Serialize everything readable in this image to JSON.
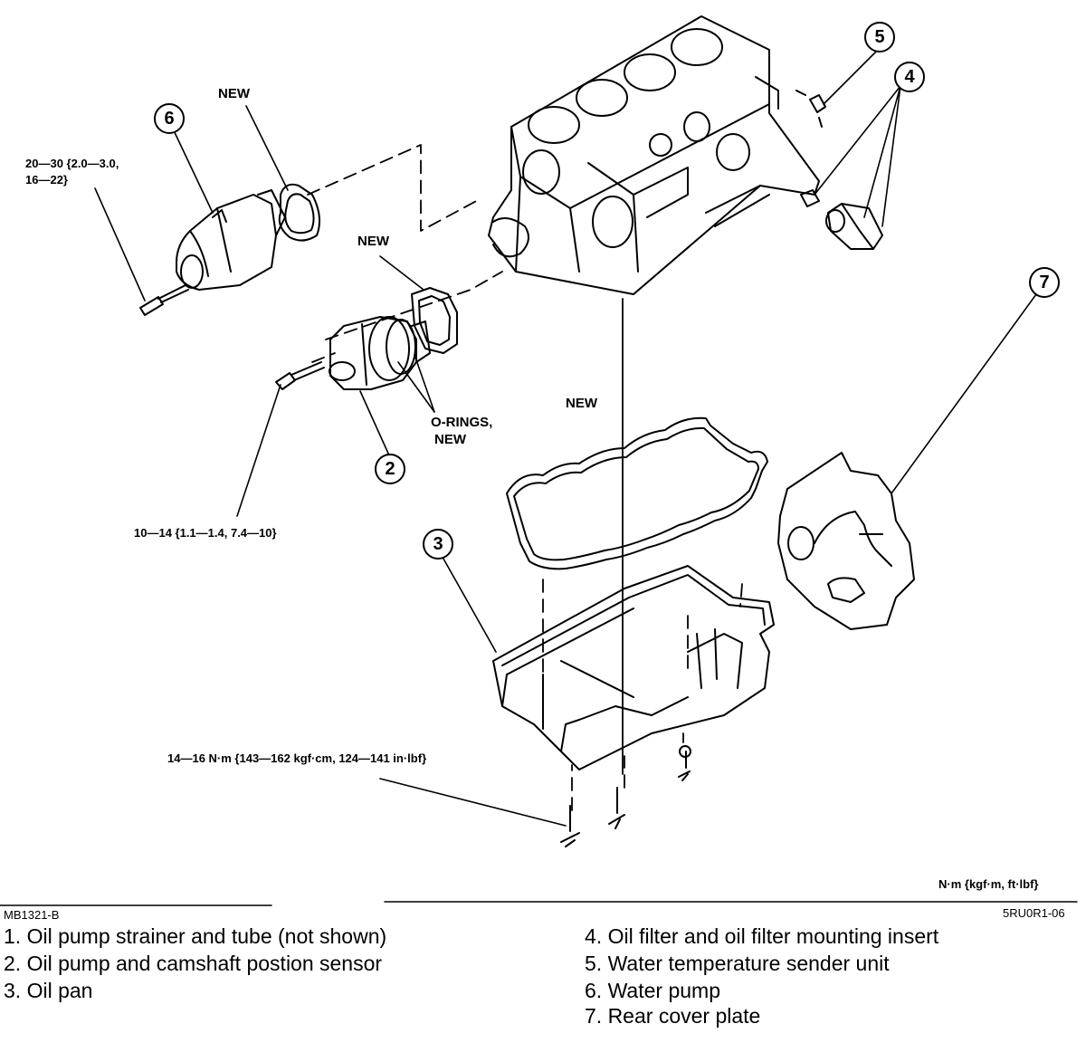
{
  "labels": {
    "new_water_pump_gasket": "NEW",
    "new_oil_pump_gasket": "NEW",
    "new_oil_pan_gasket": "NEW",
    "o_rings": "O-RINGS,",
    "o_rings_new": "NEW",
    "torque_water_pump_1": "20—30 {2.0—3.0,",
    "torque_water_pump_2": "16—22}",
    "torque_oil_pump": "10—14 {1.1—1.4, 7.4—10}",
    "torque_oil_pan": "14—16 N·m {143—162 kgf·cm, 124—141 in·lbf}",
    "units": "N·m {kgf·m, ft·lbf}"
  },
  "callouts": [
    "2",
    "3",
    "4",
    "5",
    "6",
    "7"
  ],
  "codes": {
    "left": "MB1321-B",
    "right": "5RU0R1-06"
  },
  "legend": {
    "left": [
      "1. Oil pump strainer and tube (not shown)",
      "2. Oil pump and camshaft postion sensor",
      "3. Oil pan"
    ],
    "right": [
      "4. Oil filter and oil filter mounting insert",
      "5. Water temperature sender unit",
      "6. Water pump",
      "7. Rear cover plate"
    ]
  }
}
